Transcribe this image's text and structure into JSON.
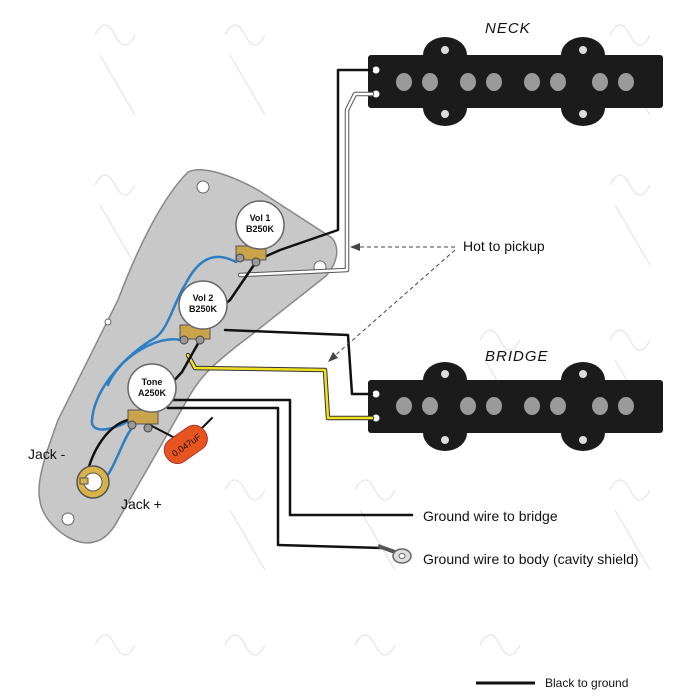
{
  "pickups": {
    "neck": {
      "label": "NECK"
    },
    "bridge": {
      "label": "BRIDGE"
    }
  },
  "pots": {
    "vol1": {
      "line1": "Vol 1",
      "line2": "B250K"
    },
    "vol2": {
      "line1": "Vol 2",
      "line2": "B250K"
    },
    "tone": {
      "line1": "Tone",
      "line2": "A250K"
    }
  },
  "capacitor": {
    "value": "0.047uF"
  },
  "labels": {
    "hot_to_pickup": "Hot to pickup",
    "jack_minus": "Jack -",
    "jack_plus": "Jack +",
    "ground_bridge": "Ground wire to bridge",
    "ground_body": "Ground wire to body (cavity shield)"
  },
  "legend": {
    "text": "Black to ground"
  },
  "colors": {
    "plate": "#c8c8c8",
    "pickup": "#1b1b1b",
    "pole": "#9a9a9a",
    "wire_black": "#111111",
    "wire_white": "#ffffff",
    "wire_blue": "#2d7fc4",
    "wire_yellow": "#f0e020",
    "capacitor": "#e8541e"
  }
}
